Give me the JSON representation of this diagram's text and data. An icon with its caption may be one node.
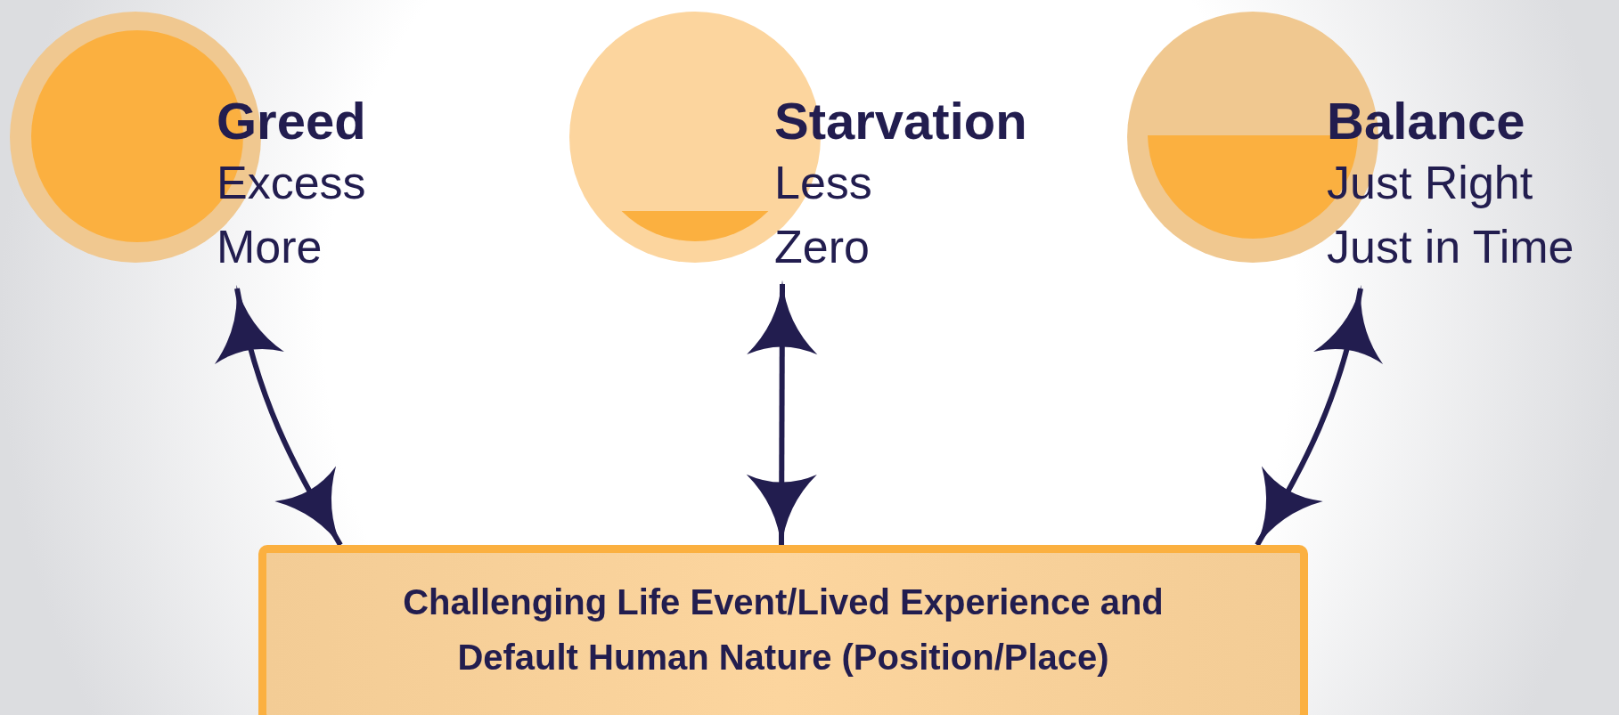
{
  "diagram": {
    "nodes": [
      {
        "text": [
          "Greed",
          "Excess",
          "More"
        ]
      },
      {
        "text": [
          "Starvation",
          "Less",
          "Zero"
        ]
      },
      {
        "text": [
          "Balance",
          "Just Right",
          "Just in Time"
        ]
      },
      {
        "text": [
          "Challenging Life Event/Lived Experience and Default Human Nature (Position/Place)"
        ]
      }
    ],
    "edges": [
      {
        "from": 0,
        "to": 3,
        "arrow": "both"
      },
      {
        "from": 1,
        "to": 3,
        "arrow": "both"
      },
      {
        "from": 2,
        "to": 3,
        "arrow": "both"
      }
    ]
  }
}
